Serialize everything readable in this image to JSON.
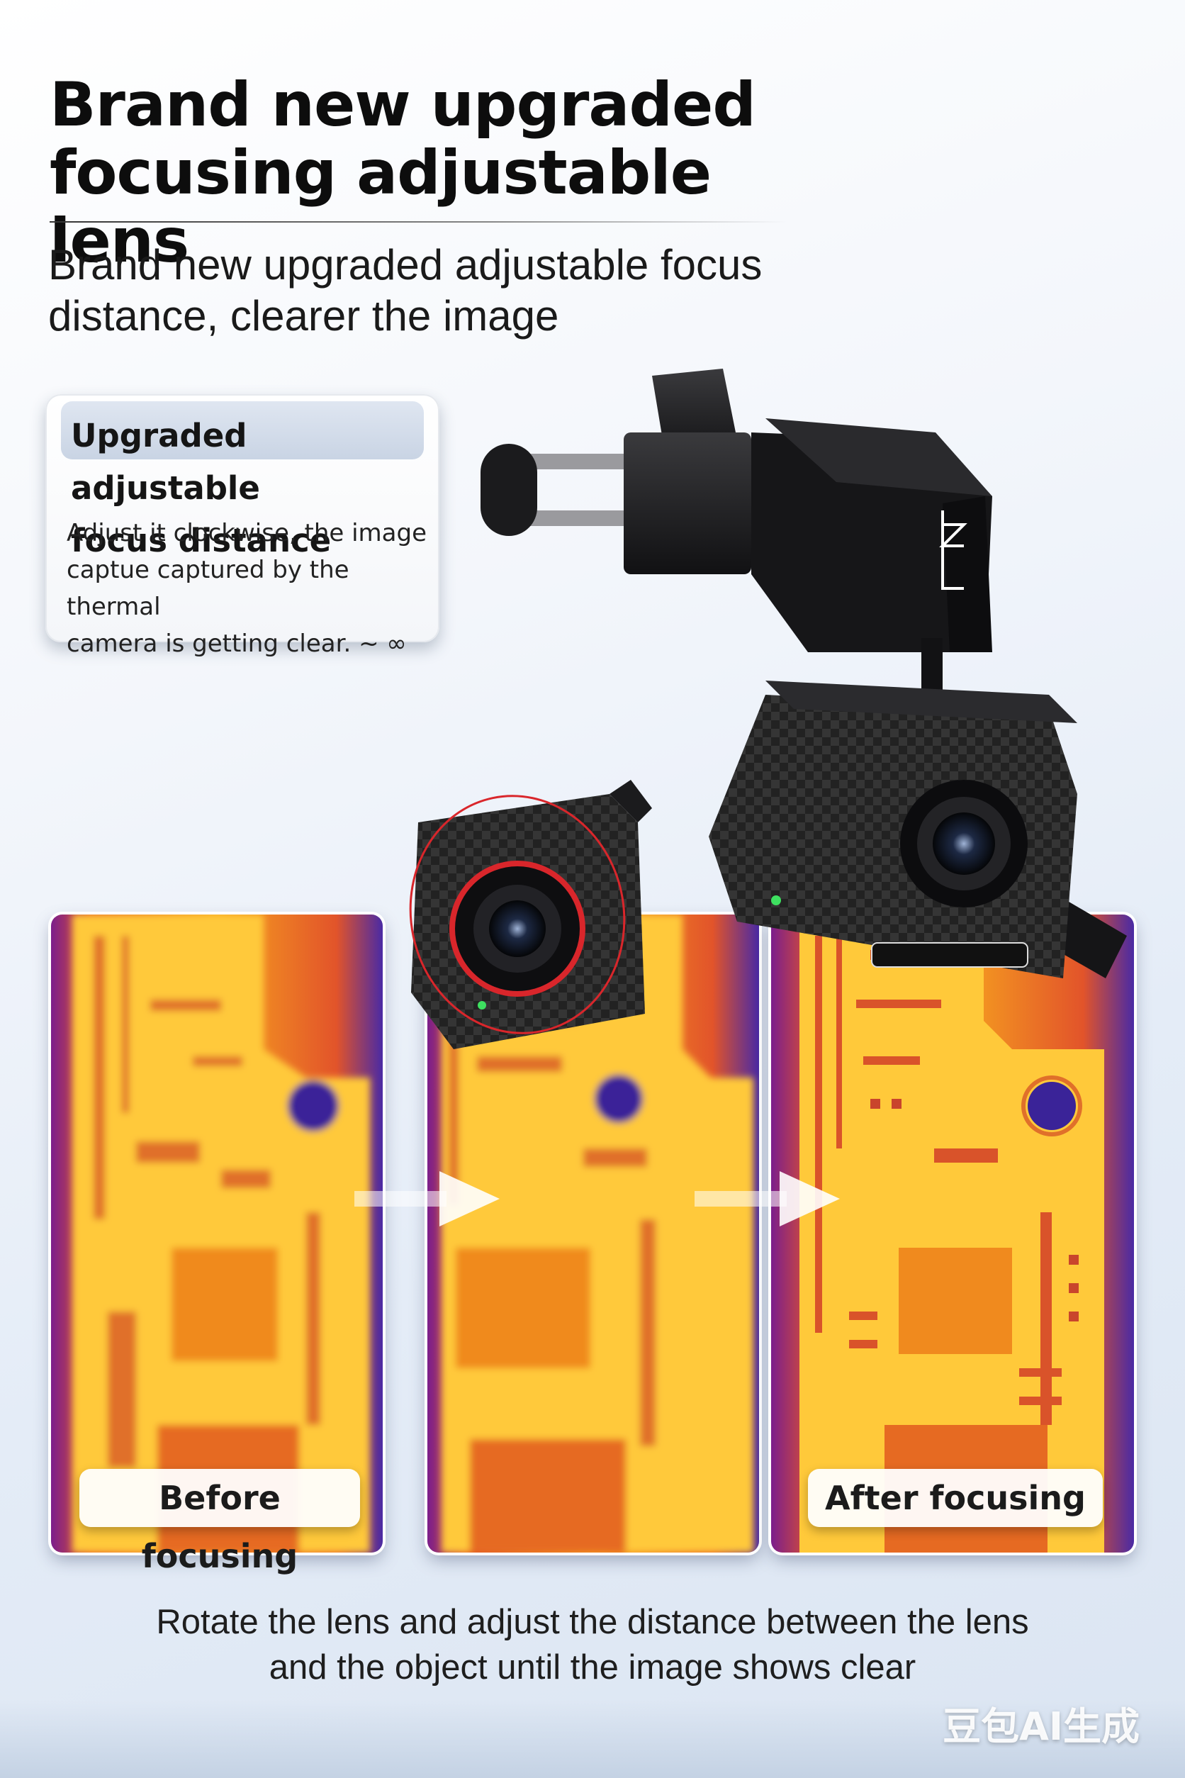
{
  "header": {
    "title_line1": "Brand new upgraded",
    "title_line2": "focusing adjustable lens",
    "subtitle_line1": "Brand new upgraded adjustable focus",
    "subtitle_line2": "distance, clearer the image"
  },
  "callout": {
    "title_line1": "Upgraded adjustable",
    "title_line2": "focus distance",
    "body_line1": "Adjust it clockwise, the image",
    "body_line2": "captue captured by the thermal",
    "body_line3": "camera is getting clear. ~ ∞"
  },
  "comparison": {
    "before_label": "Before focusing",
    "after_label": "After focusing"
  },
  "caption": {
    "line1": "Rotate the lens and adjust the distance between the lens",
    "line2": "and the object until the image shows clear"
  },
  "watermark": "豆包AI生成",
  "colors": {
    "thermal_hot": "#ffd24a",
    "thermal_warm": "#f39a1e",
    "thermal_mid": "#d9432e",
    "thermal_cool": "#8a1f8f",
    "thermal_cold": "#2d2fa6",
    "focus_ring": "#d9262b",
    "device_body": "#1c1c1e"
  },
  "icons": [
    "arrow-right-icon",
    "thermal-camera-icon",
    "lens-icon"
  ]
}
